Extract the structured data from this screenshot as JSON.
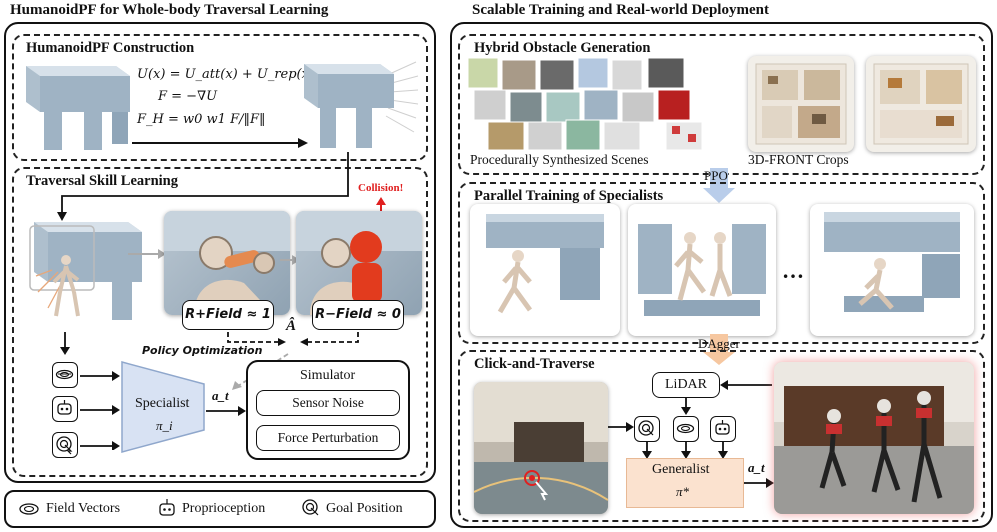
{
  "left_title": "HumanoidPF for Whole-body Traversal Learning",
  "right_title": "Scalable Training and Real-world Deployment",
  "construction": {
    "title": "HumanoidPF Construction",
    "eq1": "U(x) = U_att(x) + U_rep(x)",
    "eq2": "F = −∇U",
    "eq3": "F_H = w0 w1 F/‖F‖"
  },
  "traversal": {
    "title": "Traversal Skill Learning",
    "collision": "Collision!",
    "reward_pos": "R+Field ≈ 1",
    "reward_neg": "R−Field ≈ 0",
    "advantage": "Â",
    "policy_opt": "Policy Optimization",
    "specialist_label": "Specialist",
    "specialist_symbol": "π_i",
    "action": "a_t",
    "simulator": "Simulator",
    "sensor_noise": "Sensor Noise",
    "force_perturbation": "Force Perturbation"
  },
  "legend": {
    "field_vectors": "Field Vectors",
    "proprioception": "Proprioception",
    "goal_position": "Goal Position"
  },
  "hybrid": {
    "title": "Hybrid Obstacle Generation",
    "procedural": "Procedurally Synthesized Scenes",
    "front": "3D-FRONT Crops"
  },
  "ppo": "PPO",
  "parallel": {
    "title": "Parallel Training of Specialists",
    "ellipsis": "…"
  },
  "dagger": "DAgger",
  "click": {
    "title": "Click-and-Traverse",
    "lidar": "LiDAR",
    "generalist_label": "Generalist",
    "generalist_symbol": "π*",
    "action": "a_t"
  },
  "colors": {
    "obstacle": "#9fb3c4",
    "specialist_fill": "#d8e2f3",
    "generalist_fill": "#fbe2cf",
    "collision": "#e02020",
    "arrow_blue": "#b9cdea",
    "arrow_orange": "#f6c7a0"
  }
}
